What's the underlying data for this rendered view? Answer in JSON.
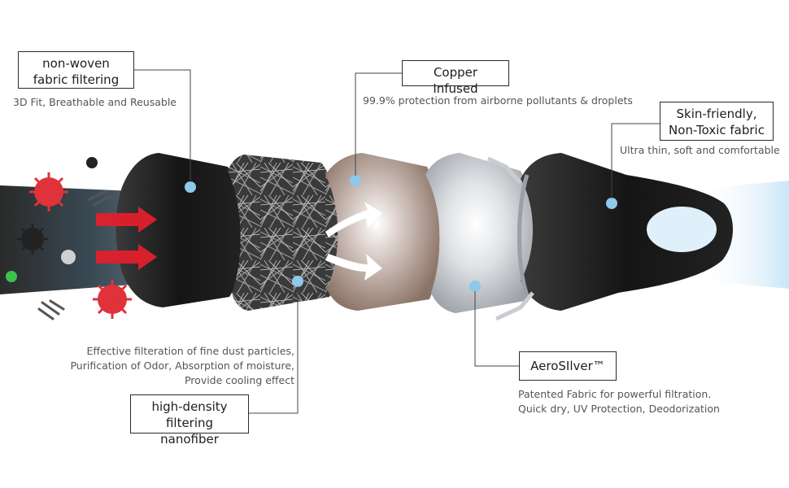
{
  "callouts": {
    "nonwoven": {
      "title_line1": "non-woven",
      "title_line2": "fabric filtering",
      "desc": "3D Fit, Breathable and Reusable"
    },
    "copper": {
      "title": "Copper Infused",
      "desc": "99.9% protection from airborne pollutants & droplets"
    },
    "skin": {
      "title_line1": "Skin-friendly,",
      "title_line2": "Non-Toxic fabric",
      "desc": "Ultra thin, soft and comfortable"
    },
    "nanofiber": {
      "title_line1": "high-density",
      "title_line2": "filtering nanofiber",
      "desc_lines": [
        "Effective filteration of fine dust particles,",
        "Purification of Odor, Absorption of moisture,",
        "Provide cooling effect"
      ]
    },
    "aerosilver": {
      "title": "AeroSIlver™",
      "desc_lines": [
        "Patented Fabric for powerful filtration.",
        "Quick dry, UV Protection, Deodorization"
      ]
    }
  },
  "colors": {
    "marker": "#8ec8ea",
    "arrow_red": "#e0202c",
    "virus_red": "#e0323a",
    "virus_dark": "#222222",
    "virus_green": "#3cc24a",
    "layer_black": "#1c1c1c",
    "layer_copper": "#a08a7e",
    "layer_silver": "#b8bcc0"
  },
  "icons": [
    "virus-icon",
    "bacteria-icon",
    "airflow-arrow-icon",
    "mask-layer"
  ]
}
